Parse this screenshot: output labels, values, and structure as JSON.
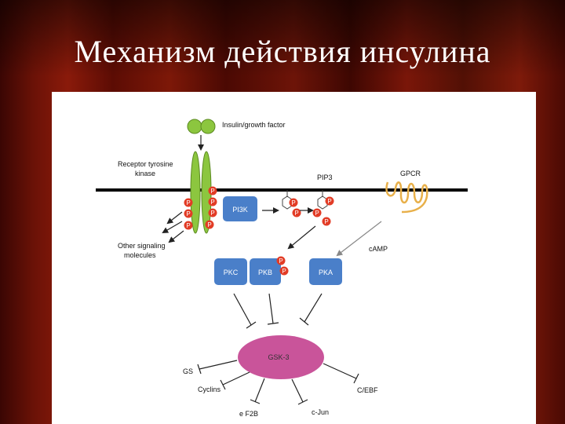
{
  "slide": {
    "title": "Механизм действия инсулина"
  },
  "diagram": {
    "ligand_label": "Insulin/growth factor",
    "receptor_label_line1": "Receptor tyrosine",
    "receptor_label_line2": "kinase",
    "pip3_label": "PIP3",
    "gpcr_label": "GPCR",
    "camp_label": "cAMP",
    "other_label_line1": "Other signaling",
    "other_label_line2": "molecules",
    "phospho": "P",
    "nodes": {
      "pi3k": "PI3K",
      "pkc": "PKC",
      "pkb": "PKB",
      "pka": "PKA",
      "gsk3": "GSK-3"
    },
    "targets": {
      "gs": "GS",
      "cyclins": "Cyclins",
      "e2f": "e F2B",
      "cjun": "c-Jun",
      "cebf": "C/EBF"
    },
    "colors": {
      "ligand": "#8cc63f",
      "kinase_box": "#4a7fc9",
      "phospho": "#e23c26",
      "gsk3": "#c9549a",
      "gpcr": "#e8b04a",
      "membrane": "#000000"
    }
  }
}
